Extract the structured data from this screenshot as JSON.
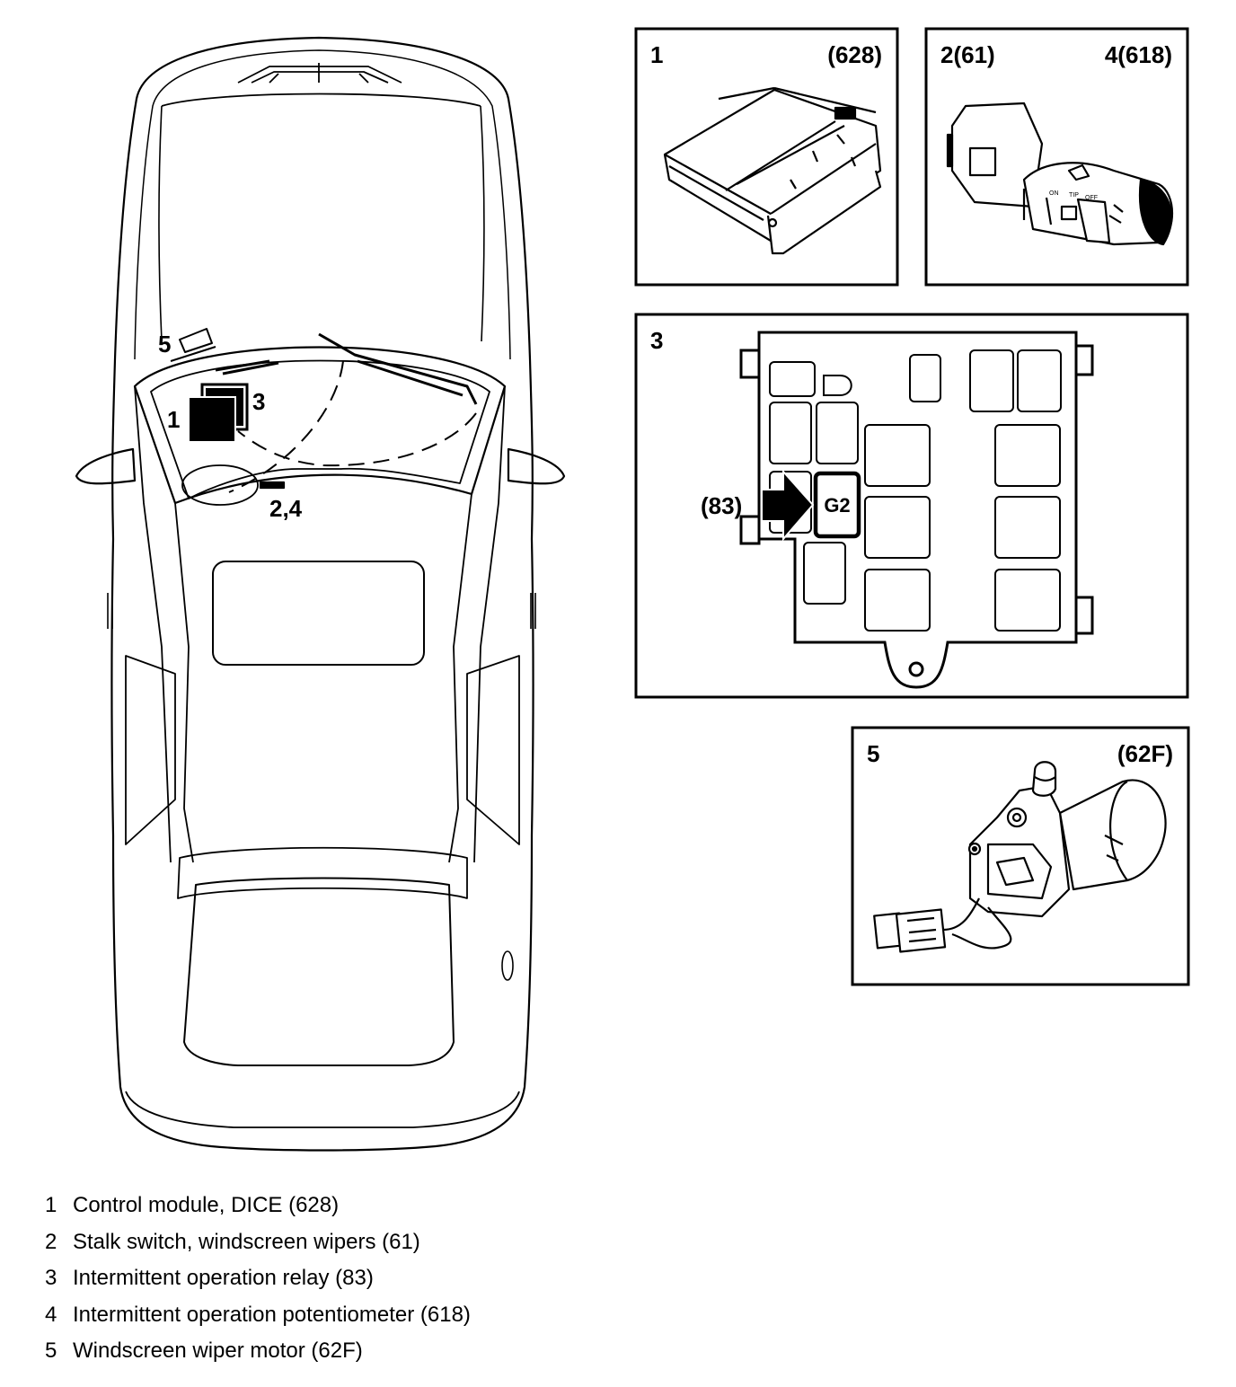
{
  "car": {
    "callouts": [
      {
        "text": "5"
      },
      {
        "text": "3"
      },
      {
        "text": "1"
      },
      {
        "text": "2,4"
      }
    ]
  },
  "panels": {
    "p1": {
      "num": "1",
      "code": "(628)"
    },
    "p2": {
      "left": "2(61)",
      "right": "4(618)",
      "switch_labels": [
        "ON",
        "TIP",
        "OFF"
      ]
    },
    "p3": {
      "num": "3",
      "relay_code": "(83)",
      "relay_slot": "G2"
    },
    "p5": {
      "num": "5",
      "code": "(62F)"
    }
  },
  "legend": [
    {
      "num": "1",
      "text": "Control module, DICE (628)"
    },
    {
      "num": "2",
      "text": "Stalk switch, windscreen wipers (61)"
    },
    {
      "num": "3",
      "text": "Intermittent operation relay (83)"
    },
    {
      "num": "4",
      "text": "Intermittent operation potentiometer (618)"
    },
    {
      "num": "5",
      "text": "Windscreen wiper motor (62F)"
    }
  ]
}
